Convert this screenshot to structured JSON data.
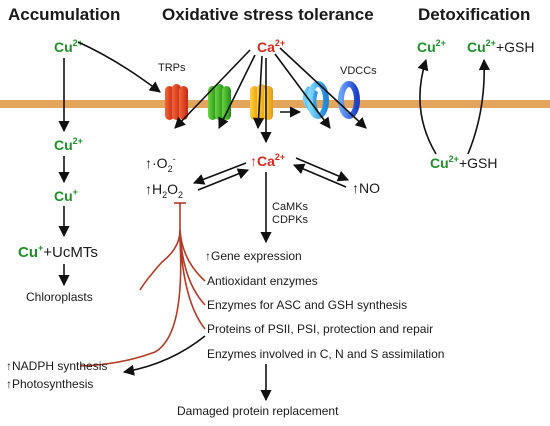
{
  "headers": {
    "accumulation": "Accumulation",
    "oxidative": "Oxidative stress tolerance",
    "detox": "Detoxification"
  },
  "channels": {
    "trps": "TRPs",
    "vdccs": "VDCCs"
  },
  "accumulation": {
    "cu2_top": "Cu",
    "cu2_top_sup": "2+",
    "cu2_mid": "Cu",
    "cu2_mid_sup": "2+",
    "cu1": "Cu",
    "cu1_sup": "+",
    "cu_ucmts": "Cu",
    "cu_ucmts_sup": "+",
    "ucmts_rest": "+UcMTs",
    "chloroplasts": "Chloroplasts"
  },
  "oxidative": {
    "ca_top": "Ca",
    "ca_top_sup": "2+",
    "ros_o2": "↑·O",
    "ros_o2_sub": "2",
    "ros_o2_sup": "-",
    "h2o2_up": "↑H",
    "h2o2_sub": "2",
    "h2o2_rest": "O",
    "h2o2_sub2": "2",
    "ca_mid_prefix": "↑",
    "ca_mid": "Ca",
    "ca_mid_sup": "2+",
    "no": "↑NO",
    "camks": "CaMKs",
    "cdpks": "CDPKs",
    "gene_expression": "↑Gene expression",
    "antioxidant": "Antioxidant enzymes",
    "asc_gsh": "Enzymes for ASC and GSH synthesis",
    "psii": "Proteins of PSII, PSI, protection and repair",
    "assimilation": "Enzymes involved in C, N and S assimilation",
    "nadph": "↑NADPH synthesis",
    "photosynthesis": "↑Photosynthesis",
    "damaged": "Damaged protein replacement"
  },
  "detox": {
    "cu_left": "Cu",
    "cu_left_sup": "2+",
    "cu_right": "Cu",
    "cu_right_sup": "2+",
    "gsh_right": "+GSH",
    "cu_bottom": "Cu",
    "cu_bottom_sup": "2+",
    "gsh_bottom": "+GSH"
  },
  "colors": {
    "membrane": "#e3a55b",
    "copper": "#1f8f2a",
    "calcium": "#d42a1e",
    "inhibition": "#b33a26"
  }
}
